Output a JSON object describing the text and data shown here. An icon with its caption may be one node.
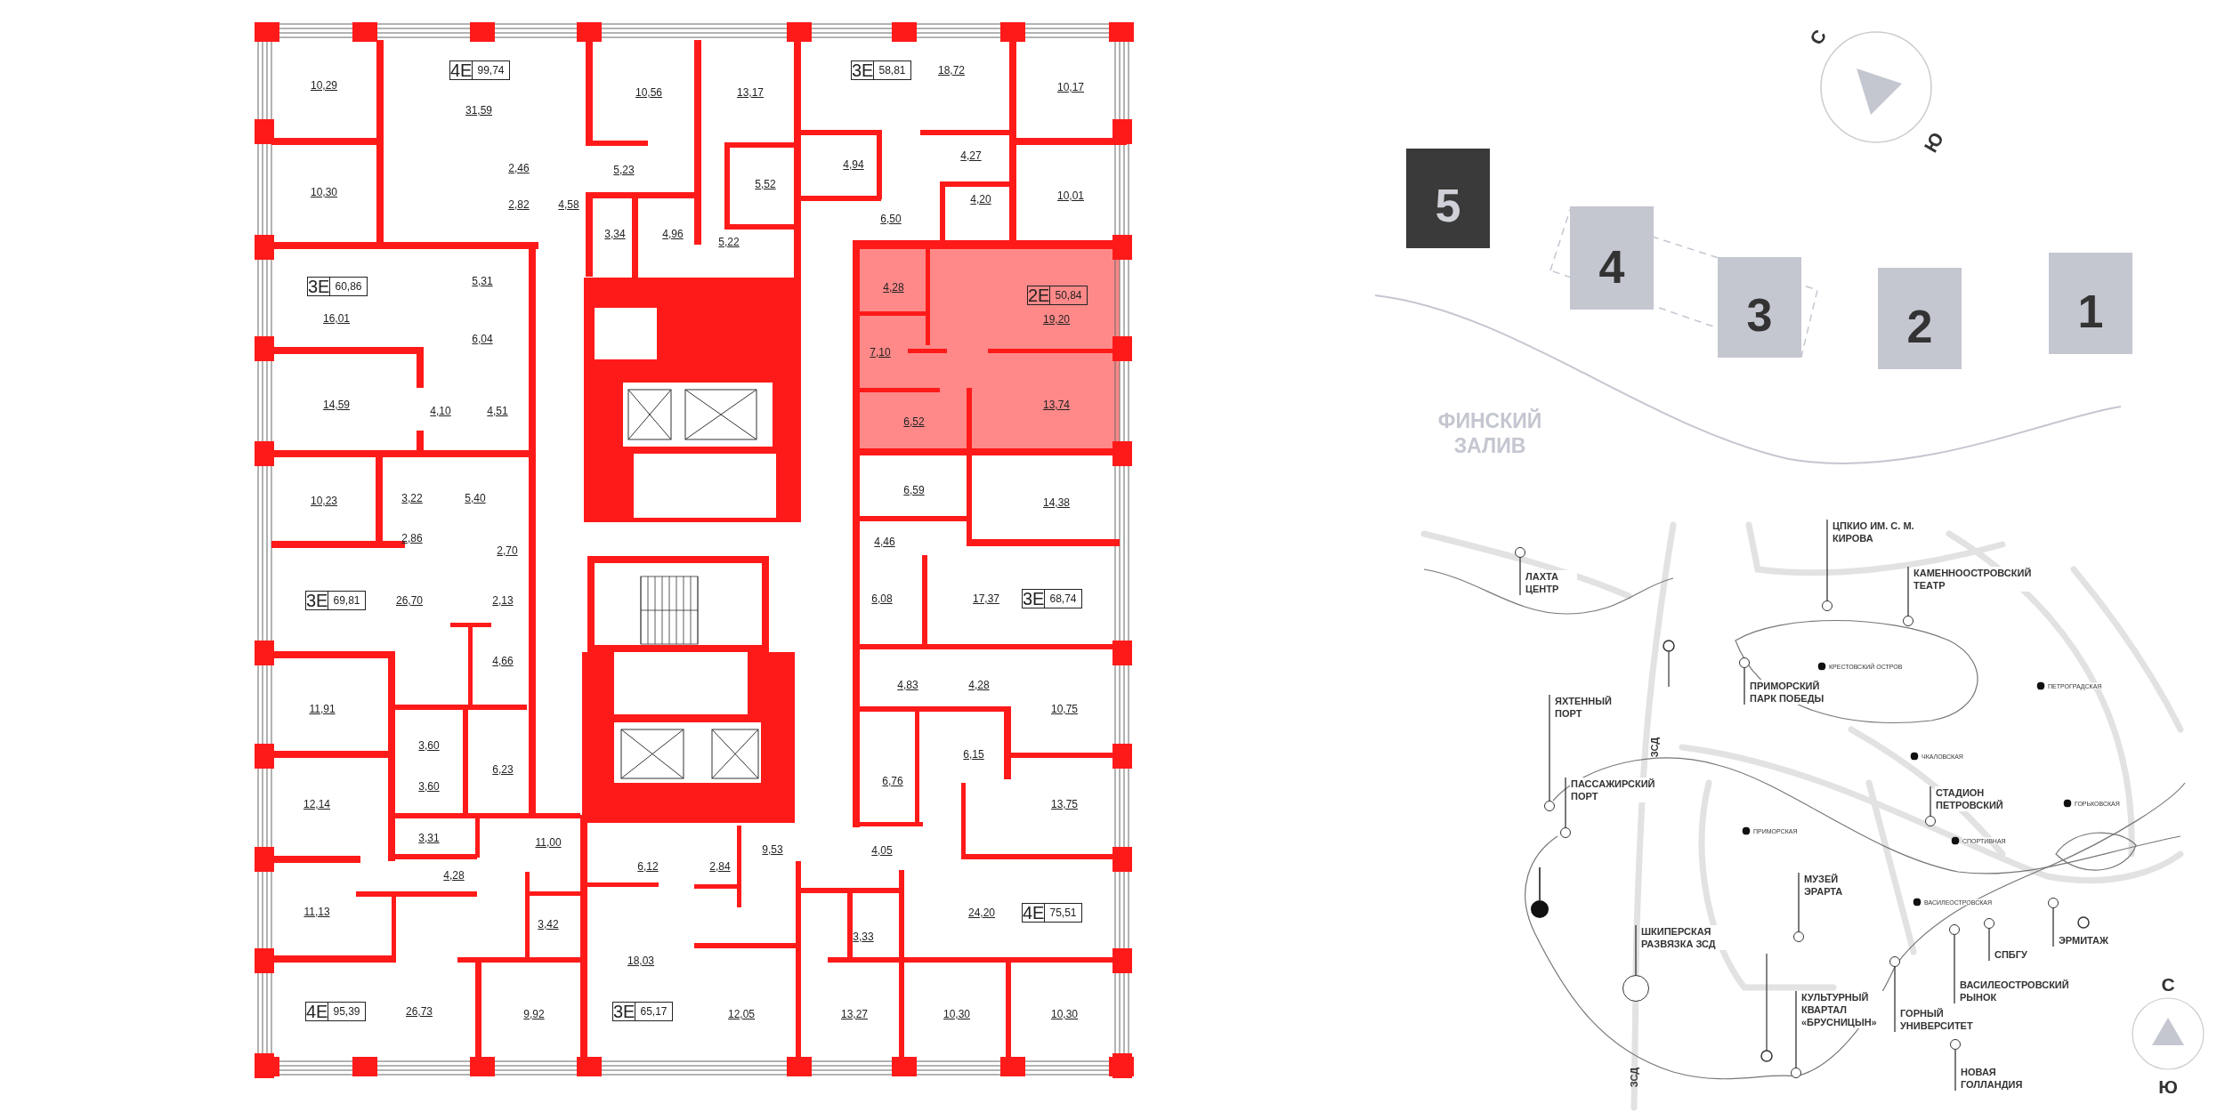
{
  "diagram": {
    "nodes": [
      {
        "text": [
          "5"
        ]
      },
      {
        "text": [
          "4"
        ]
      },
      {
        "text": [
          "3"
        ]
      },
      {
        "text": [
          "2"
        ]
      },
      {
        "text": [
          "1"
        ]
      },
      {
        "text": [
          "ЦПКИО ИМ. С. М. КИРОВА"
        ]
      },
      {
        "text": [],
        "shape": "circle"
      },
      {
        "text": [
          "ЛАХТА ЦЕНТР"
        ]
      },
      {
        "text": [],
        "shape": "circle"
      },
      {
        "text": [
          "КАМЕННООСТРОВСКИЙ ТЕАТР"
        ]
      },
      {
        "text": [],
        "shape": "circle"
      },
      {
        "text": [
          "ПРИМОРСКИЙ ПАРК ПОБЕДЫ"
        ]
      },
      {
        "text": [],
        "shape": "circle"
      },
      {
        "text": [
          "ЯХТЕННЫЙ ПОРТ"
        ]
      },
      {
        "text": [],
        "shape": "circle"
      },
      {
        "text": [
          "ПАССАЖИРСКИЙ ПОРТ"
        ]
      },
      {
        "text": [],
        "shape": "circle"
      },
      {
        "text": [
          "СТАДИОН ПЕТРОВСКИЙ"
        ]
      },
      {
        "text": [],
        "shape": "circle"
      },
      {
        "text": [
          "МУЗЕЙ ЭРАРТА"
        ]
      },
      {
        "text": [],
        "shape": "circle"
      },
      {
        "text": [
          "ШКИПЕРСКАЯ РАЗВЯЗКА ЗСД"
        ]
      },
      {
        "text": [],
        "shape": "circle"
      },
      {
        "text": [
          "ЭРМИТАЖ"
        ]
      },
      {
        "text": [],
        "shape": "circle"
      },
      {
        "text": [
          "СПБГУ"
        ]
      },
      {
        "text": [],
        "shape": "circle"
      },
      {
        "text": [
          "ВАСИЛЕОСТРОВСКИЙ РЫНОК"
        ]
      },
      {
        "text": [],
        "shape": "circle"
      },
      {
        "text": [
          "КУЛЬТУРНЫЙ КВАРТАЛ «БРУСНИЦЫН»"
        ]
      },
      {
        "text": [],
        "shape": "circle"
      },
      {
        "text": [
          "ГОРНЫЙ УНИВЕРСИТЕТ"
        ]
      },
      {
        "text": [],
        "shape": "circle"
      },
      {
        "text": [
          "НОВАЯ ГОЛЛАНДИЯ"
        ]
      },
      {
        "text": [],
        "shape": "circle"
      }
    ],
    "edges": [
      {
        "from": 5,
        "to": 6,
        "arrow": "none"
      },
      {
        "from": 7,
        "to": 8,
        "arrow": "none"
      },
      {
        "from": 9,
        "to": 10,
        "arrow": "none"
      },
      {
        "from": 11,
        "to": 12,
        "arrow": "none"
      },
      {
        "from": 13,
        "to": 14,
        "arrow": "none"
      },
      {
        "from": 15,
        "to": 16,
        "arrow": "none"
      },
      {
        "from": 17,
        "to": 18,
        "arrow": "none"
      },
      {
        "from": 19,
        "to": 20,
        "arrow": "none"
      },
      {
        "from": 21,
        "to": 22,
        "arrow": "none"
      },
      {
        "from": 23,
        "to": 24,
        "arrow": "none"
      },
      {
        "from": 25,
        "to": 26,
        "arrow": "none"
      },
      {
        "from": 27,
        "to": 28,
        "arrow": "none"
      },
      {
        "from": 29,
        "to": 30,
        "arrow": "none"
      },
      {
        "from": 31,
        "to": 32,
        "arrow": "none"
      },
      {
        "from": 33,
        "to": 34,
        "arrow": "none"
      }
    ],
    "labels": [
      "4Е",
      "99,74",
      "3Е",
      "58,81",
      "18,72",
      "10,29",
      "10,56",
      "13,17",
      "10,17",
      "31,59",
      "2,46",
      "5,23",
      "4,94",
      "4,27",
      "5,52",
      "10,30",
      "2,82",
      "4,58",
      "4,20",
      "10,01",
      "6,50",
      "3,34",
      "4,96",
      "5,22",
      "3Е",
      "60,86",
      "5,31",
      "4,28",
      "2Е",
      "50,84",
      "16,01",
      "19,20",
      "6,04",
      "7,10",
      "14,59",
      "13,74",
      "4,10",
      "4,51",
      "6,52",
      "6,59",
      "10,23",
      "3,22",
      "5,40",
      "14,38",
      "2,86",
      "4,46",
      "2,70",
      "3Е",
      "69,81",
      "26,70",
      "2,13",
      "6,08",
      "17,37",
      "3Е",
      "68,74",
      "4,66",
      "4,83",
      "4,28",
      "11,91",
      "10,75",
      "3,60",
      "6,15",
      "6,23",
      "6,76",
      "3,60",
      "12,14",
      "13,75",
      "3,31",
      "11,00",
      "9,53",
      "4,05",
      "6,12",
      "2,84",
      "4,28",
      "11,13",
      "24,20",
      "4Е",
      "75,51",
      "3,42",
      "3,33",
      "18,03",
      "4Е",
      "95,39",
      "26,73",
      "9,92",
      "3Е",
      "65,17",
      "12,05",
      "13,27",
      "10,30",
      "10,30",
      "С",
      "Ю",
      "ФИНСКИЙ ЗАЛИВ",
      "КРЕСТОВСКИЙ ОСТРОВ",
      "ПЕТРОГРАДСКАЯ",
      "ЧКАЛОВСКАЯ",
      "ГОРЬКОВСКАЯ",
      "СПОРТИВНАЯ",
      "ПРИМОРСКАЯ",
      "ВАСИЛЕОСТРОВСКАЯ",
      "ЗСД",
      "ЗСД",
      "С",
      "Ю"
    ]
  }
}
